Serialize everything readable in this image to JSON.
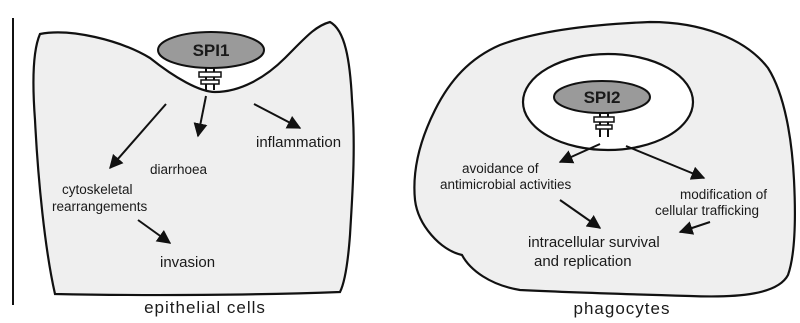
{
  "left_panel": {
    "secretion_system": "SPI1",
    "effects": {
      "inflammation": "inflammation",
      "diarrhoea": "diarrhoea",
      "cytoskeletal_line1": "cytoskeletal",
      "cytoskeletal_line2": "rearrangements",
      "invasion": "invasion"
    },
    "caption": "epithelial cells"
  },
  "right_panel": {
    "secretion_system": "SPI2",
    "effects": {
      "avoidance_line1": "avoidance of",
      "avoidance_line2": "antimicrobial activities",
      "modification_line1": "modification of",
      "modification_line2": "cellular trafficking",
      "survival_line1": "intracellular survival",
      "survival_line2": "and replication"
    },
    "caption": "phagocytes"
  },
  "colors": {
    "cell_fill": "#efefef",
    "ellipse_fill": "#9a9a9a",
    "stroke": "#111111"
  }
}
